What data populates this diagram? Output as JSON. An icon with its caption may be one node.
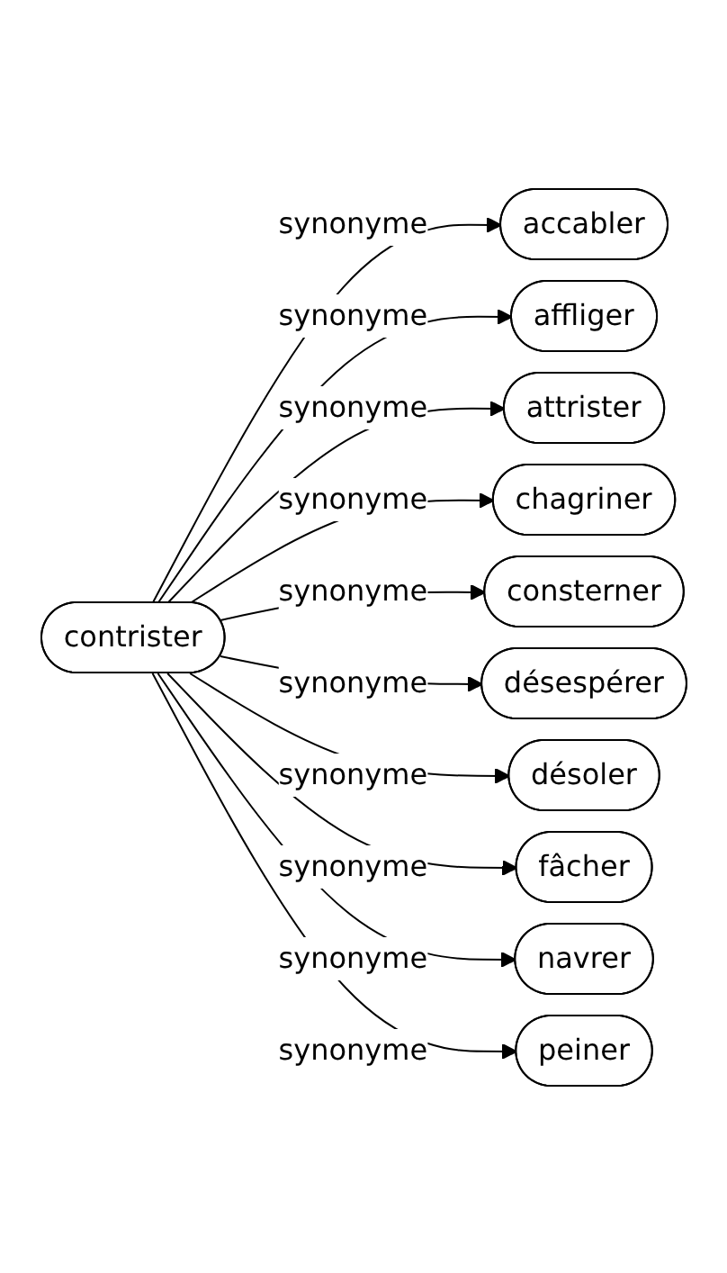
{
  "diagram": {
    "nodes": [
      {
        "text": [
          "contrister"
        ]
      },
      {
        "text": [
          "accabler"
        ]
      },
      {
        "text": [
          "affliger"
        ]
      },
      {
        "text": [
          "attrister"
        ]
      },
      {
        "text": [
          "chagriner"
        ]
      },
      {
        "text": [
          "consterner"
        ]
      },
      {
        "text": [
          "désespérer"
        ]
      },
      {
        "text": [
          "désoler"
        ]
      },
      {
        "text": [
          "fâcher"
        ]
      },
      {
        "text": [
          "navrer"
        ]
      },
      {
        "text": [
          "peiner"
        ]
      }
    ],
    "edges": [
      {
        "from": 0,
        "to": 1,
        "arrow": "to",
        "label": "synonyme"
      },
      {
        "from": 0,
        "to": 2,
        "arrow": "to",
        "label": "synonyme"
      },
      {
        "from": 0,
        "to": 3,
        "arrow": "to",
        "label": "synonyme"
      },
      {
        "from": 0,
        "to": 4,
        "arrow": "to",
        "label": "synonyme"
      },
      {
        "from": 0,
        "to": 5,
        "arrow": "to",
        "label": "synonyme"
      },
      {
        "from": 0,
        "to": 6,
        "arrow": "to",
        "label": "synonyme"
      },
      {
        "from": 0,
        "to": 7,
        "arrow": "to",
        "label": "synonyme"
      },
      {
        "from": 0,
        "to": 8,
        "arrow": "to",
        "label": "synonyme"
      },
      {
        "from": 0,
        "to": 9,
        "arrow": "to",
        "label": "synonyme"
      },
      {
        "from": 0,
        "to": 10,
        "arrow": "to",
        "label": "synonyme"
      }
    ]
  }
}
